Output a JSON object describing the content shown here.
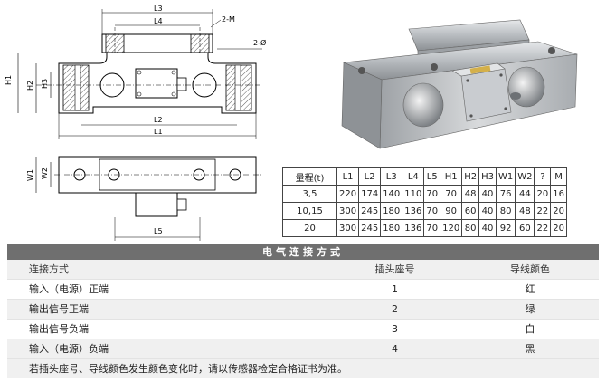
{
  "drawing": {
    "labels": {
      "L3": "L3",
      "L4": "L4",
      "M2": "2-M",
      "phi2": "2-Ø",
      "H1": "H1",
      "H2": "H2",
      "H3": "H3",
      "L2": "L2",
      "L1": "L1",
      "W1": "W1",
      "W2": "W2",
      "L5": "L5"
    }
  },
  "spec_table": {
    "headers": [
      "量程(t)",
      "L1",
      "L2",
      "L3",
      "L4",
      "L5",
      "H1",
      "H2",
      "H3",
      "W1",
      "W2",
      "?",
      "M"
    ],
    "rows": [
      [
        "3,5",
        "220",
        "174",
        "140",
        "110",
        "70",
        "70",
        "48",
        "40",
        "76",
        "44",
        "20",
        "16"
      ],
      [
        "10,15",
        "300",
        "245",
        "180",
        "136",
        "70",
        "90",
        "60",
        "40",
        "80",
        "48",
        "22",
        "20"
      ],
      [
        "20",
        "300",
        "245",
        "180",
        "136",
        "70",
        "120",
        "80",
        "40",
        "92",
        "60",
        "22",
        "20"
      ]
    ]
  },
  "electrical": {
    "title": "电气连接方式",
    "header": {
      "method": "连接方式",
      "pin": "插头座号",
      "color": "导线颜色"
    },
    "rows": [
      {
        "method": "输入（电源）正端",
        "pin": "1",
        "color": "红"
      },
      {
        "method": "输出信号正端",
        "pin": "2",
        "color": "绿"
      },
      {
        "method": "输出信号负端",
        "pin": "3",
        "color": "白"
      },
      {
        "method": "输入（电源）负端",
        "pin": "4",
        "color": "黑"
      }
    ],
    "note": "若插头座号、导线颜色发生颜色变化时，请以传感器检定合格证书为准。"
  }
}
